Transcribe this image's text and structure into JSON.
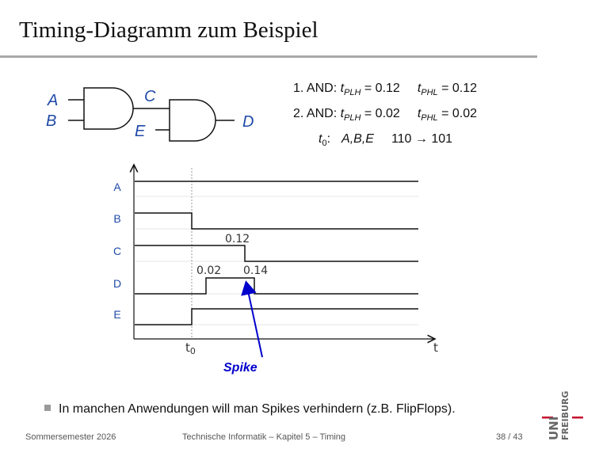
{
  "title": "Timing-Diagramm zum Beispiel",
  "circuit": {
    "inputs": [
      "A",
      "B"
    ],
    "intermediate": "C",
    "second_input": "E",
    "output": "D"
  },
  "specs": {
    "line1": {
      "prefix": "1. AND: ",
      "tplh_value": " = 0.12",
      "tphl_value": " = 0.12"
    },
    "line2": {
      "prefix": "2. AND: ",
      "tplh_value": " = 0.02",
      "tphl_value": " = 0.02"
    },
    "line3": {
      "time": "t",
      "time_sub": "0",
      "colon": ":",
      "vars": "A,B,E",
      "transition": "110 → 101"
    },
    "t_letter": "t",
    "plh": "PLH",
    "phl": "PHL"
  },
  "timing": {
    "signals": [
      "A",
      "B",
      "C",
      "D",
      "E"
    ],
    "delay_labels": [
      "0.12",
      "0.02",
      "0.14"
    ],
    "x_axis_label": "t",
    "t0_label": "t",
    "t0_sub": "0",
    "spike_label": "Spike",
    "accent_color": "#0000cc"
  },
  "bullet": "In manchen Anwendungen will man Spikes verhindern (z.B. FlipFlops).",
  "footer": {
    "left": "Sommersemester 2026",
    "center": "Technische Informatik –  Kapitel 5 – Timing",
    "right": "38 / 43"
  },
  "logo": {
    "text1": "UNI",
    "text2": "FREIBURG",
    "color": "#c8102e"
  }
}
